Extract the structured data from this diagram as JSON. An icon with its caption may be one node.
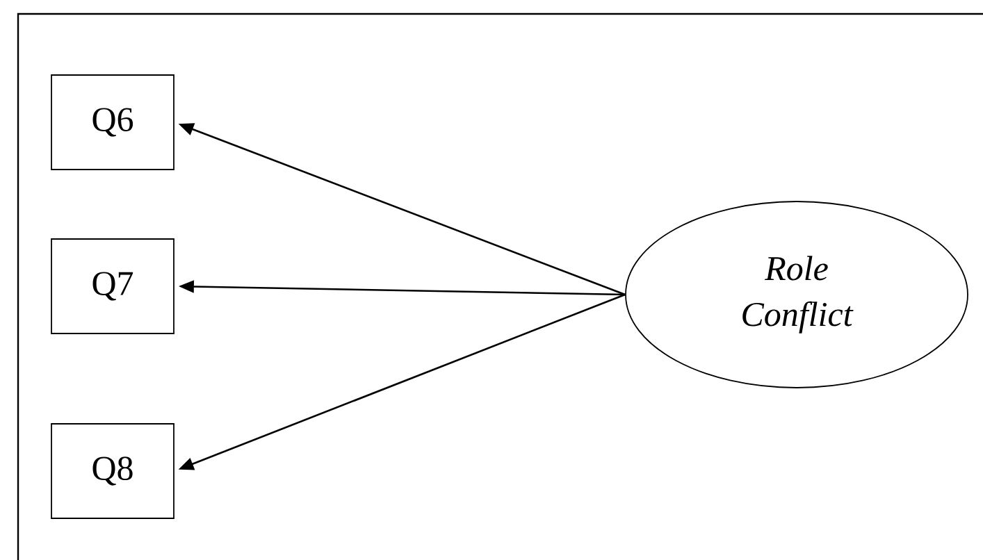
{
  "diagram": {
    "nodes": [
      {
        "text": [
          "Q6"
        ]
      },
      {
        "text": [
          "Q7"
        ]
      },
      {
        "text": [
          "Q8"
        ]
      },
      {
        "text": [
          "Role Conflict"
        ]
      }
    ],
    "edges": [
      {
        "from": 3,
        "to": 0,
        "arrow": "to"
      },
      {
        "from": 3,
        "to": 1,
        "arrow": "to"
      },
      {
        "from": 3,
        "to": 2,
        "arrow": "to"
      }
    ]
  }
}
